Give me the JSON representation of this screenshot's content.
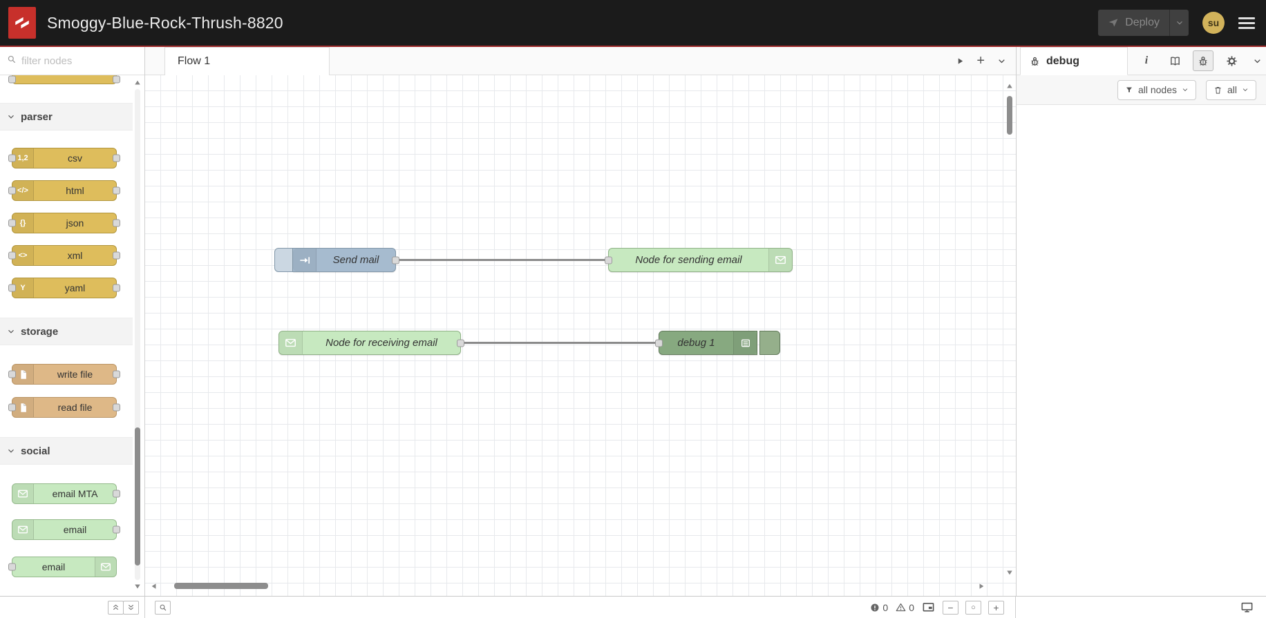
{
  "header": {
    "title": "Smoggy-Blue-Rock-Thrush-8820",
    "deploy_label": "Deploy",
    "user_initials": "su"
  },
  "palette": {
    "search_placeholder": "filter nodes",
    "categories": [
      {
        "label": "parser",
        "nodes": [
          {
            "label": "csv",
            "icon_text": "1,2"
          },
          {
            "label": "html",
            "icon_text": "</>"
          },
          {
            "label": "json",
            "icon_text": "{}"
          },
          {
            "label": "xml",
            "icon_text": "<>"
          },
          {
            "label": "yaml",
            "icon_text": "Y"
          }
        ]
      },
      {
        "label": "storage",
        "nodes": [
          {
            "label": "write file",
            "icon": "file-icon"
          },
          {
            "label": "read file",
            "icon": "file-icon"
          }
        ]
      },
      {
        "label": "social",
        "nodes": [
          {
            "label": "email MTA",
            "icon": "envelope-icon"
          },
          {
            "label": "email",
            "icon": "envelope-icon"
          },
          {
            "label": "email",
            "icon": "envelope-icon"
          }
        ]
      }
    ]
  },
  "workspace": {
    "tab_label": "Flow 1",
    "add_flow_label": "+",
    "nodes": [
      {
        "label": "Send mail"
      },
      {
        "label": "Node for sending email"
      },
      {
        "label": "Node for receiving email"
      },
      {
        "label": "debug 1"
      }
    ]
  },
  "sidebar": {
    "tab_label": "debug",
    "filter_label": "all nodes",
    "clear_label": "all"
  },
  "footer": {
    "error_count": "0",
    "warning_count": "0",
    "zoom_out_label": "−",
    "zoom_reset_label": "○",
    "zoom_in_label": "+"
  },
  "colors": {
    "header_bg": "#1b1b1b",
    "header_accent_line": "#9e2a2a",
    "logo_red": "#c7302b",
    "avatar_bg": "#d2b35b",
    "parser_node": "#debd5c",
    "storage_node": "#deb887",
    "social_node": "#c7e9c0",
    "inject_node": "#a6bbcf",
    "debug_node": "#87a980"
  }
}
